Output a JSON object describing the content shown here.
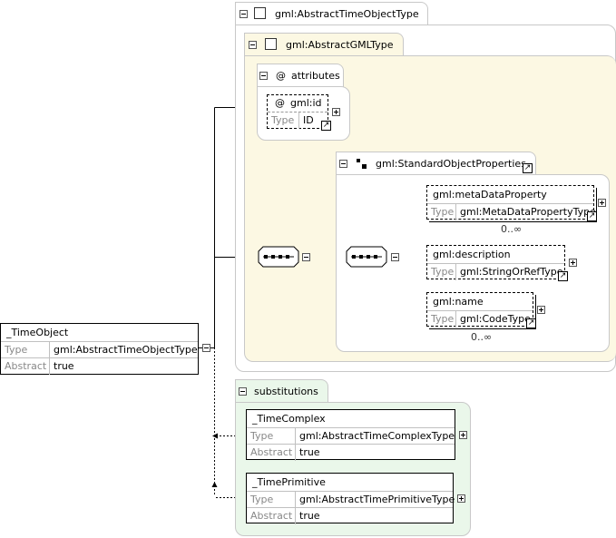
{
  "abstract_time_object_type": {
    "label": "gml:AbstractTimeObjectType"
  },
  "abstract_gml_type": {
    "label": "gml:AbstractGMLType"
  },
  "attributes": {
    "label": "attributes",
    "at_symbol": "@",
    "id_attr": {
      "name": "gml:id",
      "type_key": "Type",
      "type_value": "ID"
    }
  },
  "standard_object_properties": {
    "label": "gml:StandardObjectProperties"
  },
  "meta_data_property": {
    "name": "gml:metaDataProperty",
    "type_key": "Type",
    "type_value": "gml:MetaDataPropertyType",
    "occurs": "0..∞"
  },
  "description": {
    "name": "gml:description",
    "type_key": "Type",
    "type_value": "gml:StringOrRefType"
  },
  "name_el": {
    "name": "gml:name",
    "type_key": "Type",
    "type_value": "gml:CodeType",
    "occurs": "0..∞"
  },
  "time_object": {
    "name": "_TimeObject",
    "type_key": "Type",
    "type_value": "gml:AbstractTimeObjectType",
    "abstract_key": "Abstract",
    "abstract_value": "true"
  },
  "substitutions": {
    "label": "substitutions"
  },
  "time_complex": {
    "name": "_TimeComplex",
    "type_key": "Type",
    "type_value": "gml:AbstractTimeComplexType",
    "abstract_key": "Abstract",
    "abstract_value": "true"
  },
  "time_primitive": {
    "name": "_TimePrimitive",
    "type_key": "Type",
    "type_value": "gml:AbstractTimePrimitiveType",
    "abstract_key": "Abstract",
    "abstract_value": "true"
  },
  "colors": {
    "gml_bg": "#fcf8e3",
    "subst_bg": "#eaf7ea",
    "panel_border": "#c8c8c8"
  }
}
